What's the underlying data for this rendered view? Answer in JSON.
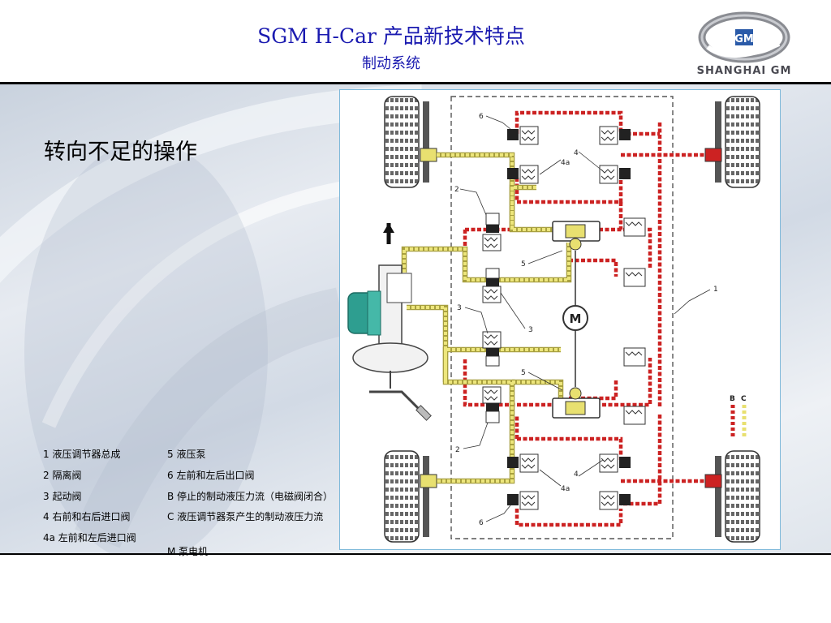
{
  "header": {
    "title": "SGM H-Car 产品新技术特点",
    "subtitle": "制动系统",
    "logo_badge": "GM",
    "logo_text": "SHANGHAI GM"
  },
  "slide": {
    "heading": "转向不足的操作"
  },
  "legend": {
    "col1": [
      "1 液压调节器总成",
      "2 隔离阀",
      "3 起动阀",
      "4 右前和右后进口阀",
      "4a 左前和左后进口阀"
    ],
    "col2": [
      "5 液压泵",
      "6 左前和左后出口阀",
      "B 停止的制动液压力流（电磁阀闭合）",
      "C 液压调节器泵产生的制动液压力流",
      "M 泵电机"
    ]
  },
  "diagram": {
    "motor_label": "M",
    "callouts": {
      "c1": "1",
      "c2a": "2",
      "c2b": "2",
      "c3a": "3",
      "c3b": "3",
      "c4a": "4",
      "c4b": "4",
      "c4aa": "4a",
      "c4ab": "4a",
      "c5a": "5",
      "c5b": "5",
      "c6a": "6",
      "c6b": "6"
    },
    "key_b": "B",
    "key_c": "C",
    "colors": {
      "pressure_red": "#cc2222",
      "pump_yellow": "#e8e070",
      "pump_yellow_dark": "#a8a040",
      "master_cylinder_teal": "#2e9e90"
    }
  }
}
